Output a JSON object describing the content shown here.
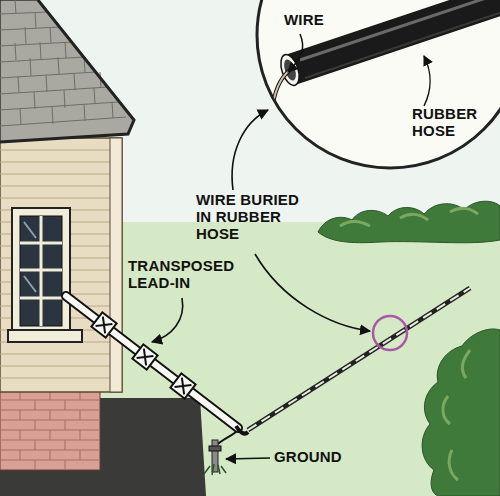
{
  "diagram": {
    "nodes": [
      {
        "text": [
          "WIRE",
          "RUBBER HOSE"
        ]
      }
    ],
    "labels": [
      "WIRE BURIED IN RUBBER HOSE",
      "TRANSPOSED LEAD-IN",
      "GROUND"
    ]
  }
}
